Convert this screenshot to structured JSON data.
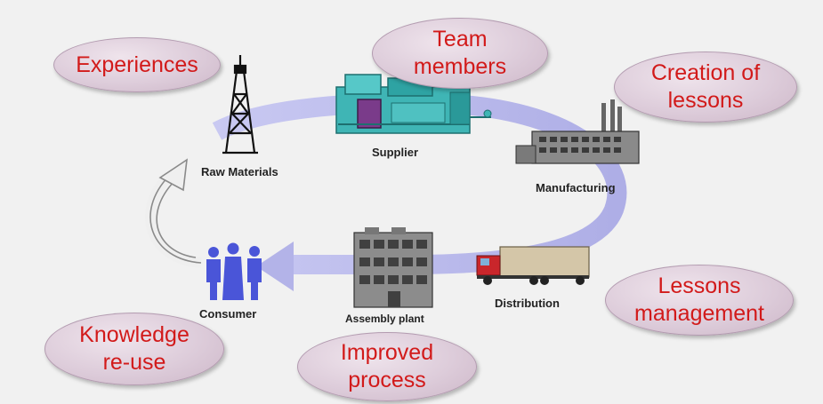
{
  "stages": {
    "raw_materials": "Raw Materials",
    "supplier": "Supplier",
    "manufacturing": "Manufacturing",
    "distribution": "Distribution",
    "assembly_plant": "Assembly plant",
    "consumer": "Consumer"
  },
  "bubbles": {
    "experiences": "Experiences",
    "team_members": "Team\nmembers",
    "creation_of_lessons": "Creation of\nlessons",
    "lessons_management": "Lessons\nmanagement",
    "knowledge_reuse": "Knowledge\nre-use",
    "improved_process": "Improved\nprocess"
  },
  "colors": {
    "cycle_arrow": "#b9b9ec",
    "bubble_fill": "#ddccda",
    "bubble_text": "#d21a1a",
    "consumer_figures": "#4a55d8"
  }
}
